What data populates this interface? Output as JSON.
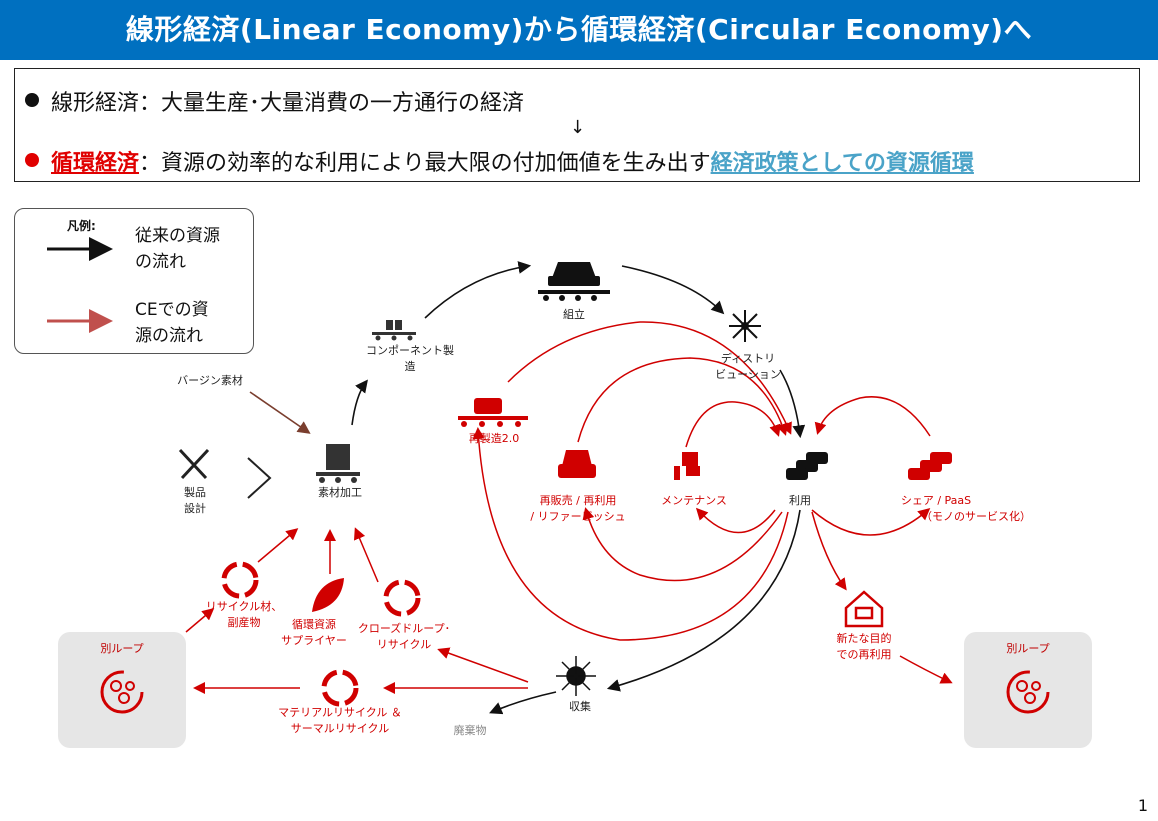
{
  "title": "線形経済(Linear Economy)から循環経済(Circular Economy)へ",
  "summary": {
    "line1_term": "線形経済",
    "line1_rest": "：大量生産･大量消費の一方通行の経済",
    "arrow": "↓",
    "line2_term": "循環経済",
    "line2_mid": "：資源の効率的な利用により最大限の付加価値を生み出す",
    "line2_highlight": "経済政策としての資源循環"
  },
  "legend": {
    "header": "凡例:",
    "black_label": "従来の資源の流れ",
    "red_label": "CEでの資源の流れ"
  },
  "nodes": {
    "virgin": "バージン素材",
    "component_1": "コンポーネント製",
    "component_2": "造",
    "assembly": "組立",
    "distribution_1": "ディストリ",
    "distribution_2": "ビューション",
    "design_1": "製品",
    "design_2": "設計",
    "material": "素材加工",
    "reman": "再製造2.0",
    "resale_1": "再販売 / 再利用",
    "resale_2": "/ リファービッシュ",
    "maintenance": "メンテナンス",
    "use": "利用",
    "share_1": "シェア / PaaS",
    "share_2": "（モノのサービス化）",
    "recycle_by_1": "リサイクル材、",
    "recycle_by_2": "副産物",
    "circular_supplier_1": "循環資源",
    "circular_supplier_2": "サプライヤー",
    "closed_loop_1": "クローズドループ･",
    "closed_loop_2": "リサイクル",
    "new_purpose_1": "新たな目的",
    "new_purpose_2": "での再利用",
    "collection": "収集",
    "material_thermal_1": "マテリアルリサイクル ＆",
    "material_thermal_2": "サーマルリサイクル",
    "waste": "廃棄物",
    "other_loop_left": "別ループ",
    "other_loop_right": "別ループ"
  },
  "colors": {
    "title_bg": "#0070c0",
    "red": "#d00000",
    "black": "#111111",
    "highlight_blue": "#4aa3c8",
    "loop_gray": "#e6e6e6"
  },
  "page_number": "1"
}
